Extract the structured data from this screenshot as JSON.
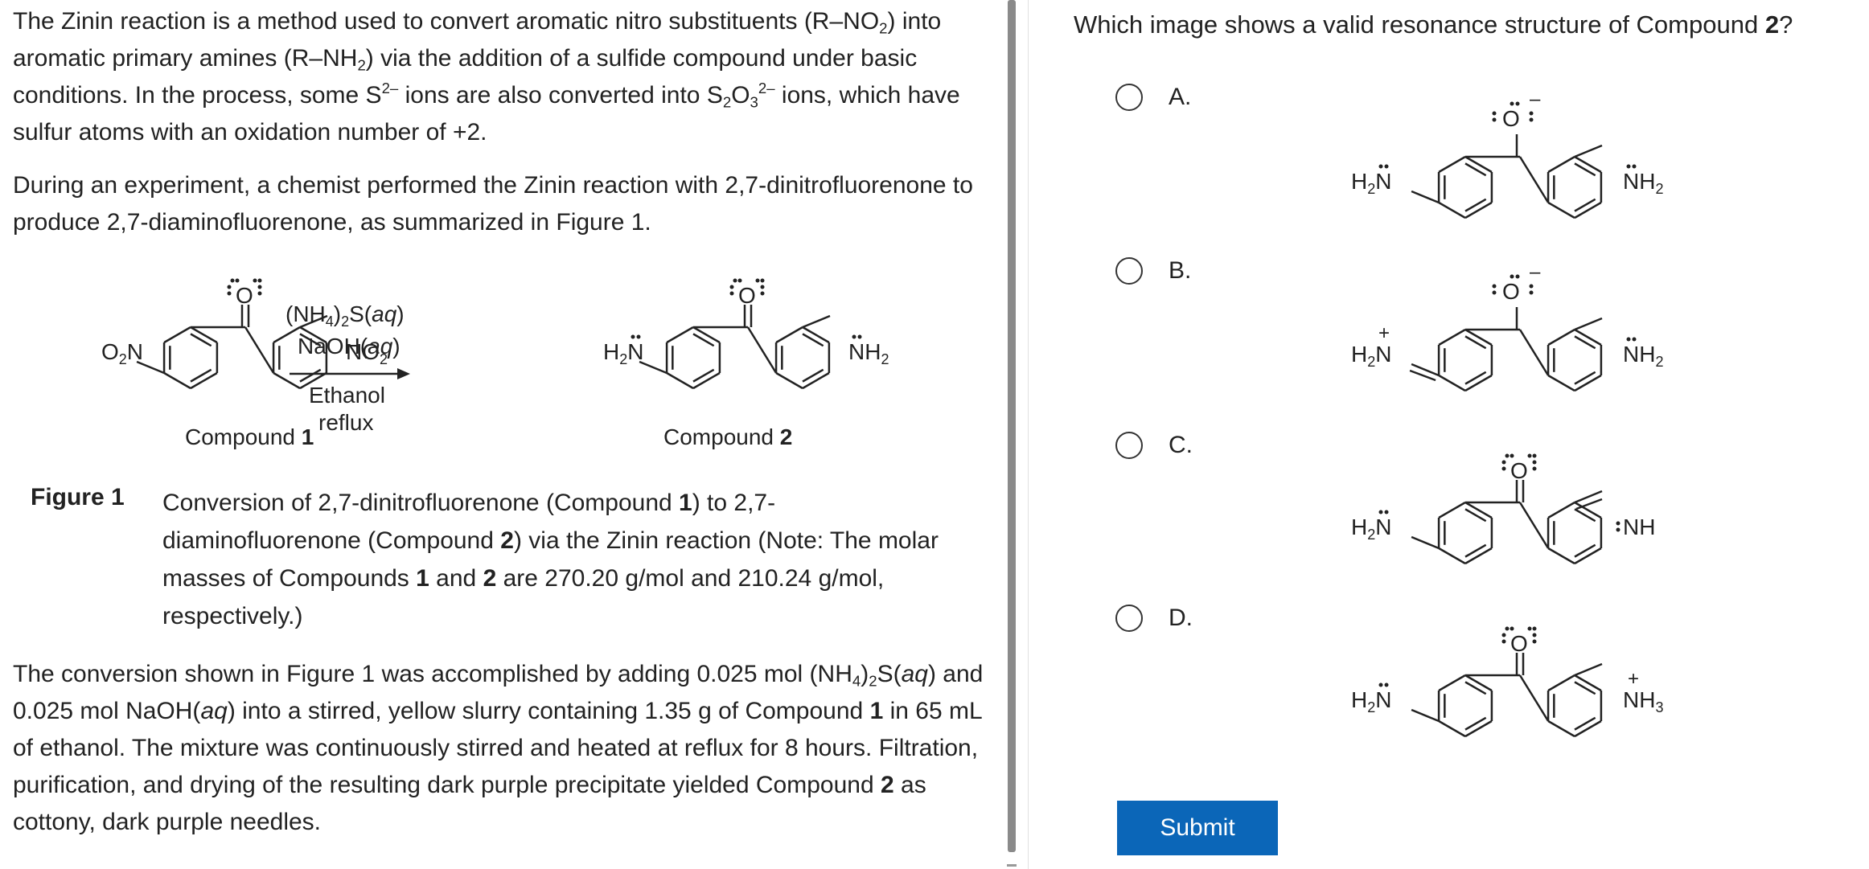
{
  "passage": {
    "p1": {
      "t1": "The Zinin reaction is a method used to convert aromatic nitro substituents (R–NO",
      "t1_sub": "2",
      "t2": ") into aromatic primary amines (R–NH",
      "t2_sub": "2",
      "t3": ") via the addition of a sulfide compound under basic conditions.  In the process, some S",
      "t3_sup": "2–",
      "t4": " ions are also converted into S",
      "t4_sub": "2",
      "t5": "O",
      "t5_sub": "3",
      "t5_sup": "2–",
      "t6": " ions, which have sulfur atoms with an oxidation number of +2."
    },
    "p2": "During an experiment, a chemist performed the Zinin reaction with 2,7-dinitrofluorenone to produce 2,7-diaminofluorenone, as summarized in Figure 1.",
    "p3": {
      "t1": "The conversion shown in Figure 1 was accomplished by adding 0.025 mol (NH",
      "t1_sub": "4",
      "t2": ")",
      "t2_sub": "2",
      "t3": "S(",
      "t3_i": "aq",
      "t4": ") and 0.025 mol NaOH(",
      "t4_i": "aq",
      "t5": ") into a stirred, yellow slurry containing 1.35 g of Compound ",
      "t5_b": "1",
      "t6": " in 65 mL of ethanol.  The mixture was continuously stirred and heated at reflux for 8 hours.  Filtration, purification, and drying of the resulting dark purple precipitate yielded Compound ",
      "t6_b": "2",
      "t7": " as cottony, dark purple needles."
    }
  },
  "figure": {
    "compound1_label": "Compound ",
    "compound1_num": "1",
    "compound2_label": "Compound ",
    "compound2_num": "2",
    "o2n": "O",
    "o2n_sub": "2",
    "o2n_n": "N",
    "no2": "NO",
    "no2_sub": "2",
    "reagent1_a": "(NH",
    "reagent1_sub1": "4",
    "reagent1_b": ")",
    "reagent1_sub2": "2",
    "reagent1_c": "S(",
    "reagent1_i": "aq",
    "reagent1_d": ")",
    "reagent2_a": "NaOH(",
    "reagent2_i": "aq",
    "reagent2_d": ")",
    "condition1": "Ethanol",
    "condition2": "reflux",
    "h2n_h": "H",
    "h2n_sub": "2",
    "h2n_n": "N",
    "nh2_n": "NH",
    "nh2_sub": "2",
    "oxygen": "O",
    "caption_label": "Figure 1",
    "caption": {
      "t1": "Conversion of 2,7-dinitrofluorenone (Compound ",
      "t1_b": "1",
      "t2": ") to 2,7-diaminofluorenone (Compound ",
      "t2_b": "2",
      "t3": ") via the Zinin reaction  (Note: The molar masses of Compounds ",
      "t3_b1": "1",
      "t4": " and ",
      "t4_b2": "2",
      "t5": " are 270.20 g/mol and 210.24 g/mol, respectively.)"
    }
  },
  "question": {
    "text": "Which image shows a valid resonance structure of Compound ",
    "bold": "2",
    "end": "?"
  },
  "options": [
    {
      "label": "A.",
      "left_group": "H2N",
      "right_group": "NH2",
      "oxygen_charge": "–",
      "n_charge": "",
      "right_charge": ""
    },
    {
      "label": "B.",
      "left_group": "H2N",
      "right_group": "NH2",
      "oxygen_charge": "–",
      "n_charge": "+",
      "right_charge": ""
    },
    {
      "label": "C.",
      "left_group": "H2N",
      "right_group": "NH",
      "oxygen_charge": "",
      "n_charge": "",
      "right_charge": ""
    },
    {
      "label": "D.",
      "left_group": "H2N",
      "right_group": "NH3",
      "oxygen_charge": "",
      "n_charge": "",
      "right_charge": "+"
    }
  ],
  "submit_label": "Submit",
  "colors": {
    "submit_bg": "#0b66b8",
    "divider": "#8a8a8a"
  }
}
